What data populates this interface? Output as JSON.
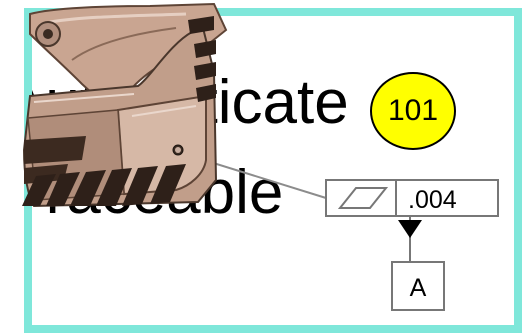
{
  "text_lines": [
    "Authenticate",
    "Traceable"
  ],
  "badge": {
    "label": "101",
    "color": "#ffff00"
  },
  "frame_color": "#7fe7da",
  "callout": {
    "symbol": "flatness-parallelogram-icon",
    "tolerance": ".004",
    "datum": "A"
  },
  "part": "heatsink-part-image"
}
